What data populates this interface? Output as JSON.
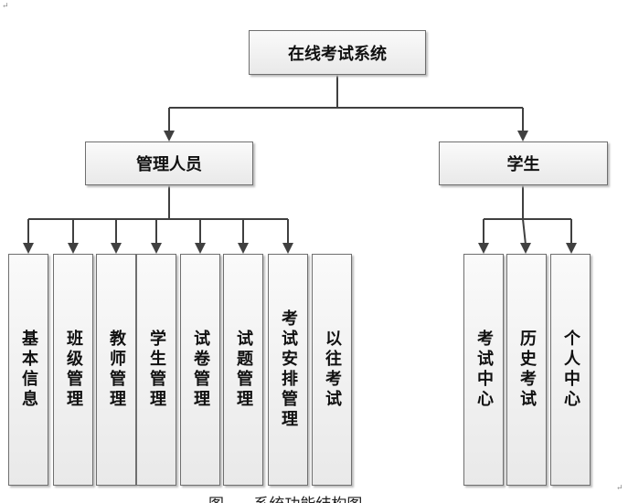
{
  "root": "在线考试系统",
  "groups": [
    {
      "label": "管理人员",
      "children": [
        "基本信息",
        "班级管理",
        "教师管理",
        "学生管理",
        "试卷管理",
        "试题管理",
        "考试安排管理",
        "以往考试"
      ]
    },
    {
      "label": "学生",
      "children": [
        "考试中心",
        "历史考试",
        "个人中心"
      ]
    }
  ],
  "caption": "图      系统功能结构图",
  "colors": {
    "line": "#404040",
    "box_border": "#6f6f6f",
    "box_fill": "#f2f2f2"
  }
}
